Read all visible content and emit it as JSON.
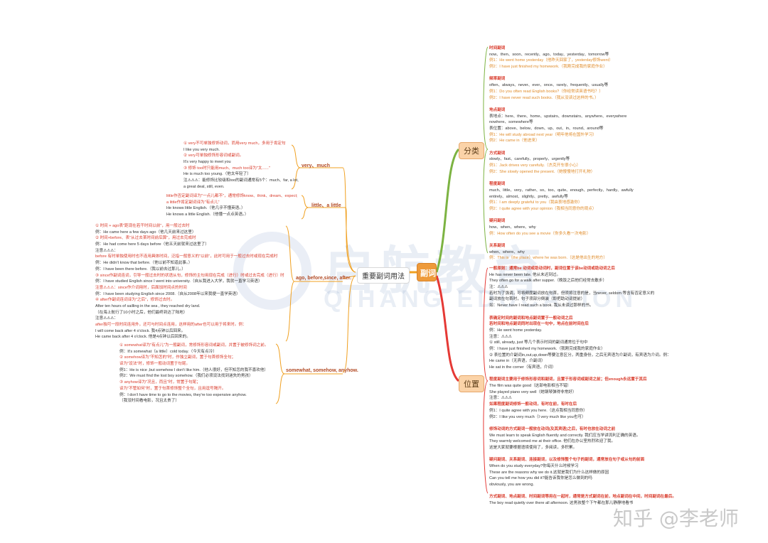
{
  "watermark": {
    "cn": "启航教育",
    "en": "QIHANG EDUCATION"
  },
  "zhihu_mark": "知乎 @李老师",
  "central": "副词",
  "main_branch": "重要副词用法",
  "right_branches": {
    "classify": "分类",
    "position": "位置"
  },
  "left_labels": {
    "very_much": "very、much",
    "little": "little、a little",
    "ago": "ago, before,since, after.",
    "somewhat": "somewhat, somehow, anyhow."
  },
  "colors": {
    "accent": "#ee9a3a",
    "branch_green": "#7cb342",
    "branch_orange": "#f0a020",
    "branch_red": "#e53935",
    "head_red": "#d93b2b",
    "example_orange": "#e08c2b"
  },
  "blocks": {
    "classify": [
      {
        "t": "时间副词",
        "c": "head"
      },
      {
        "t": "now、then、soon、recently、ago、today、yesterday、tomorrow等",
        "c": ""
      },
      {
        "t": "例1：He went home yesterday（他昨天回家了，yesterday修饰went）",
        "c": "ex"
      },
      {
        "t": "例2：I have just finished my homework.（我刚完成我的家庭作业）",
        "c": "ex"
      },
      {
        "t": "",
        "c": ""
      },
      {
        "t": "频率副词",
        "c": "head"
      },
      {
        "t": "often、always、never、ever、once、rarely、frequently、usually等",
        "c": ""
      },
      {
        "t": "例1：Do you often read English books?（你经常读英语书吗？）",
        "c": "ex"
      },
      {
        "t": "例2：I have never read such books.（我从没读过这样的书。）",
        "c": "ex"
      },
      {
        "t": "",
        "c": ""
      },
      {
        "t": "地点副词",
        "c": "head"
      },
      {
        "t": "表地点：here、there、home、upstairs、downstairs、anywhere、everywhere",
        "c": ""
      },
      {
        "t": "            nowhere、somewhere等",
        "c": ""
      },
      {
        "t": "表位置：above、below、down、up、out、in、round、around等",
        "c": ""
      },
      {
        "t": "例1：He will study abroad next year（明年他将在国外学习）",
        "c": "ex"
      },
      {
        "t": "例2：He came in（他进来）",
        "c": "ex"
      },
      {
        "t": "",
        "c": ""
      },
      {
        "t": "方式副词",
        "c": "head"
      },
      {
        "t": "slowly、fast、carefully、properly、urgently等",
        "c": ""
      },
      {
        "t": "例1：Jack drives very carefully.（杰克开车很小心）",
        "c": "ex"
      },
      {
        "t": "例2：She slowly opened the present.（她慢慢地打开礼物）",
        "c": "ex"
      },
      {
        "t": "",
        "c": ""
      },
      {
        "t": "程度副词",
        "c": "head"
      },
      {
        "t": "much、little、very、rather、so、too、quite、enough、perfectly、hardly、awfully",
        "c": ""
      },
      {
        "t": "entirely、almost、slightly、pretty、awfully等",
        "c": ""
      },
      {
        "t": "例1：I am deeply grateful to you（我由衷地感激你）",
        "c": "ex"
      },
      {
        "t": "例2：I quite agree with your opinion（我相当同意你的观点）",
        "c": "ex"
      },
      {
        "t": "",
        "c": ""
      },
      {
        "t": "疑问副词",
        "c": "head"
      },
      {
        "t": "how、when、where、why",
        "c": ""
      },
      {
        "t": "例：How often do you see a movie（你多久看一次电影）",
        "c": "ex"
      },
      {
        "t": "",
        "c": ""
      },
      {
        "t": "关系副词",
        "c": "head"
      },
      {
        "t": "when、where、why",
        "c": ""
      },
      {
        "t": "例：This is（the place）where he was born.（这是他出生的地方）",
        "c": "ex"
      }
    ],
    "position": [
      {
        "t": "一般原则：通常be 动词或助动词时，副词位置于该be动词或助动词之后",
        "c": "head"
      },
      {
        "t": "He has never been late. 他从未迟到过。",
        "c": ""
      },
      {
        "t": "They often go for a walk after supper.（晚饭之后他们经常去散步）",
        "c": ""
      },
      {
        "t": "注：⚠⚠⚠",
        "c": ""
      },
      {
        "t": "若时为了强调，可将频度副词放在句首，但须将注意的是，当never, seldom 等含有否定意义的",
        "c": ""
      },
      {
        "t": "副词放在句首时，句子须部分倒装（即把助动词提前）",
        "c": ""
      },
      {
        "t": "如：Never have I read such a book. 我从未读过那样的书。",
        "c": ""
      },
      {
        "t": "",
        "c": ""
      },
      {
        "t": "表确定时间的副词和地点副词置于一般动词之后",
        "c": "head"
      },
      {
        "t": "若时间和地点副词同时出现在一句中，地点在前时间在后",
        "c": "head"
      },
      {
        "t": "例：He went home yesterday.",
        "c": ""
      },
      {
        "t": "注意：⚠⚠⚠",
        "c": ""
      },
      {
        "t": "① still, already, just 等几个表示时间的副词通常位于句中",
        "c": ""
      },
      {
        "t": "例：I have just finished my homework.（我刚完成我的家庭作业）",
        "c": ""
      },
      {
        "t": "② 表位置的介副词in,out,up,down等要注意区分，两重身份，之后无宾语为介副词，有宾语为介词。例：",
        "c": ""
      },
      {
        "t": "He came in（无宾语，介副词）",
        "c": ""
      },
      {
        "t": "He sat in the corner（有宾语，介词）",
        "c": ""
      },
      {
        "t": "",
        "c": ""
      },
      {
        "t": "程度副词主要用于修饰形容词和副词，且置于形容词或副词之前；但enough永远置于其后",
        "c": "head"
      },
      {
        "t": "The film was quite good（这部电影相当不错）",
        "c": ""
      },
      {
        "t": "She played piano very well（她钢琴弹得非常好）",
        "c": ""
      },
      {
        "t": "注意：⚠⚠⚠",
        "c": ""
      },
      {
        "t": "如果程度副词修饰一般动词，有时在前，有时在后",
        "c": "head"
      },
      {
        "t": "例1：I quite agree with you here.（这点我相当同意你）",
        "c": ""
      },
      {
        "t": "例2：I like you very much（I very much like you也可）",
        "c": ""
      },
      {
        "t": "",
        "c": ""
      },
      {
        "t": "修饰动词的方式副词一般放在动词(及其宾语)之后，有时也放在动词之前",
        "c": "head"
      },
      {
        "t": "We must learn to speak English fluently and correctly. 我们应当学讲流利正确的英语。",
        "c": ""
      },
      {
        "t": "They warmly welcomed me at their office. 他们在办公室热烈欢迎了我。",
        "c": ""
      },
      {
        "t": "这是大家就要根据语境使用了，多阅读，多积累。",
        "c": ""
      },
      {
        "t": "",
        "c": ""
      },
      {
        "t": "疑问副词、关系副词、连接副词，以及修饰整个句子的副词，通常放在句子或从句的前面",
        "c": "head"
      },
      {
        "t": "When do you study everyday?你每天什么时候学习",
        "c": ""
      },
      {
        "t": "These are the reasons why we do it.这就是我们为什么这样做的原因",
        "c": ""
      },
      {
        "t": "Can you tell me how you did it?能告诉我你是怎么做到的吗",
        "c": ""
      },
      {
        "t": "obviously, you are wrong.",
        "c": ""
      },
      {
        "t": "",
        "c": ""
      },
      {
        "t": "方式副词、地点副词、时间副词等用在一起时，通常是方式副词在前，地点副词在中间，时间副词在最后。",
        "c": "head"
      },
      {
        "t": "The boy read quietly over there all afternoon. 这男孩整个下午都在那儿静静地看书",
        "c": ""
      }
    ],
    "very_much": [
      {
        "t": "① very不可单独修饰动词，而用very much，多用于肯定句",
        "c": "red"
      },
      {
        "t": "I like you very much.",
        "c": ""
      },
      {
        "t": "② very可单独修饰形容词或副词。",
        "c": "red"
      },
      {
        "t": "It's very happy to meet you",
        "c": ""
      },
      {
        "t": "③ 修饰 too时只能用much、much too译为\"太......\"",
        "c": "red"
      },
      {
        "t": "He is much too young.（他太年轻了）",
        "c": ""
      },
      {
        "t": "注⚠⚠⚠：能修饰比较级和too的副词通常有5个：much、far, a lot,",
        "c": ""
      },
      {
        "t": "a great deal, still, even.",
        "c": ""
      }
    ],
    "little": [
      {
        "t": "little作否定副词译为\"一点儿都不\"，通常修饰know、think、dream、expect;",
        "c": "red"
      },
      {
        "t": "a little作肯定副词译为\"有点儿\"",
        "c": "red"
      },
      {
        "t": "He knows little English.（他几乎不懂英语。）",
        "c": ""
      },
      {
        "t": "He knows a little English.（他懂一点点英语。）",
        "c": ""
      }
    ],
    "ago": [
      {
        "t": "① 时间 + ago表\"距现在若干时间以前\"，用一般过去时",
        "c": "red"
      },
      {
        "t": "例：He came here a few days ago（他几天前来过这里）",
        "c": ""
      },
      {
        "t": "② 时间+before、表\"从过去某时间前后算\"，用过去完成时",
        "c": "red"
      },
      {
        "t": "例：He had come here 5 days before（他五天前就来过这里了）",
        "c": ""
      },
      {
        "t": "注意⚠⚠⚠：",
        "c": ""
      },
      {
        "t": "before 有时单独使用时也不连用具体时间，泛指一般意义的\"以前\"，此时可用于一般过去时或现在完成时",
        "c": "red"
      },
      {
        "t": "例：He didn't know that before.（他以前不知道此事。）",
        "c": ""
      },
      {
        "t": "例：I have been there before.（我以前去过那儿。）",
        "c": ""
      },
      {
        "t": "③ since作副词连词，引导一般过去时的状语从句，修饰的主句用现在完成（进行）时或过去完成（进行）时",
        "c": "red"
      },
      {
        "t": "例：I have studied English since I went into university.（自从我进入大学，我就一直学习英语）",
        "c": ""
      },
      {
        "t": "注意⚠⚠⚠：since作介词用时，后面加时间点的时间",
        "c": "red"
      },
      {
        "t": "例：I have been studying English since 2008.（自从2008年以来我便一直学英语）",
        "c": ""
      },
      {
        "t": "④ after作副词连词译为\"之后\"，修饰过去时。",
        "c": "red"
      },
      {
        "t": "After ten hours of sailling in the sea , they reached dry land.",
        "c": ""
      },
      {
        "t": "（在海上航行了10小时之后，他们最终到达了陆地）",
        "c": ""
      },
      {
        "t": "注意⚠⚠⚠：",
        "c": ""
      },
      {
        "t": "after独可一段时间连用外，还可与时间点连用，这样用的after也可以用于将来时。例：",
        "c": "red"
      },
      {
        "t": "I will come back after 4 o'clock. 我4点钟以后回来。",
        "c": ""
      },
      {
        "t": "He came back after 4 o'clock. 他是4点钟以后回来的。",
        "c": ""
      }
    ],
    "somewhat": [
      {
        "t": "① somewhat译为\"有点儿\"为一般副词，常修饰形容词或副词，并置于被修饰词之前。",
        "c": "red"
      },
      {
        "t": "例：It's somewhat（a little）cold today.（今天有点冷）",
        "c": ""
      },
      {
        "t": "② somehow译为\"不知怎的\"时，作独立副词，置于句首修饰全句；",
        "c": "red"
      },
      {
        "t": "译为\"设法\"时，修饰一般动词置于句尾。",
        "c": "red"
      },
      {
        "t": "例1：He is nice ,but somehow I don't like him.（他人很好，但不知怎的我不喜欢他）",
        "c": ""
      },
      {
        "t": "例2：We must find the lost boy somehow.（我们必须设法找到迷失的男孩）",
        "c": ""
      },
      {
        "t": "③ anyhow译为\"况且，而且\"时，常置于句尾；",
        "c": "red"
      },
      {
        "t": "译为\"不管如何\"时，置于句首修饰整个全句，且用逗号隔开。",
        "c": "red"
      },
      {
        "t": "例：I don't have time to go to the movies, they're too expensive anyhow.",
        "c": ""
      },
      {
        "t": "（我没时间看电影，况且太贵了）",
        "c": ""
      }
    ]
  }
}
